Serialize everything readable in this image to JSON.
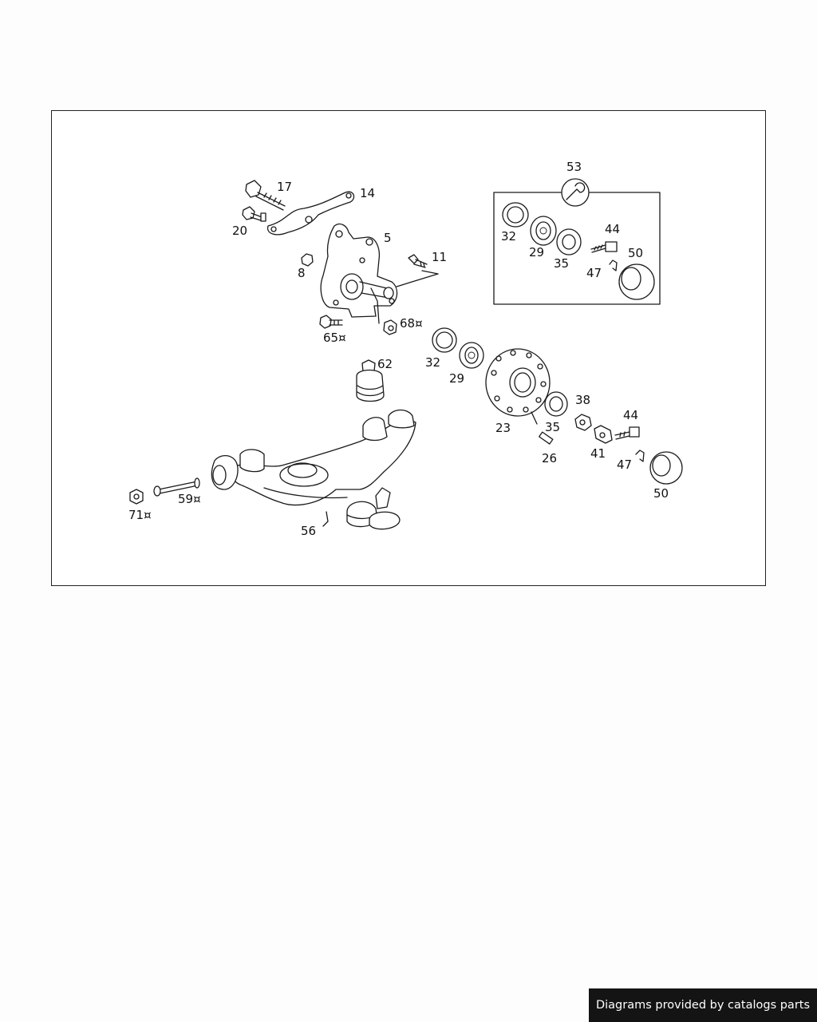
{
  "callouts": {
    "c17": "17",
    "c14": "14",
    "c20": "20",
    "c5": "5",
    "c8": "8",
    "c11": "11",
    "c65": "65¤",
    "c68": "68¤",
    "c62": "62",
    "c32a": "32",
    "c29a": "29",
    "c23": "23",
    "c35a": "35",
    "c38": "38",
    "c44a": "44",
    "c41": "41",
    "c26": "26",
    "c47a": "47",
    "c50a": "50",
    "c71": "71¤",
    "c59": "59¤",
    "c56": "56",
    "c53": "53",
    "c32b": "32",
    "c29b": "29",
    "c35b": "35",
    "c44b": "44",
    "c47b": "47",
    "c50b": "50"
  },
  "icons": {
    "kit": "wrench-icon"
  },
  "footer": {
    "credit": "Diagrams provided by catalogs parts"
  }
}
